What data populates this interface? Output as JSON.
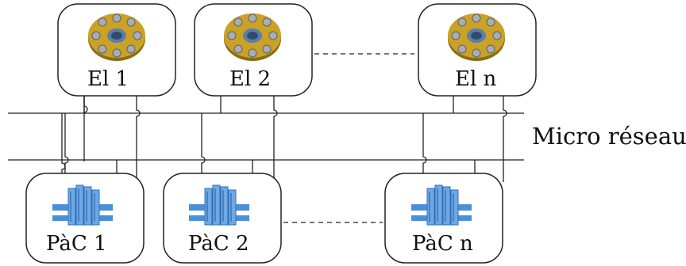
{
  "electrolyzers": [
    {
      "label": "El 1",
      "icon": "flange-icon"
    },
    {
      "label": "El 2",
      "icon": "flange-icon"
    },
    {
      "label": "El n",
      "icon": "flange-icon"
    }
  ],
  "fuel_cells": [
    {
      "label": "PàC 1",
      "icon": "fuel-cell-stack-icon"
    },
    {
      "label": "PàC 2",
      "icon": "fuel-cell-stack-icon"
    },
    {
      "label": "PàC n",
      "icon": "fuel-cell-stack-icon"
    }
  ],
  "bus": {
    "label": "Micro réseau"
  },
  "colors": {
    "flange_gold": "#c9a227",
    "flange_dark": "#8a6d12",
    "bolt": "#a8aeb4",
    "fuel_cell_blue": "#4a90d9",
    "line": "#222222"
  }
}
